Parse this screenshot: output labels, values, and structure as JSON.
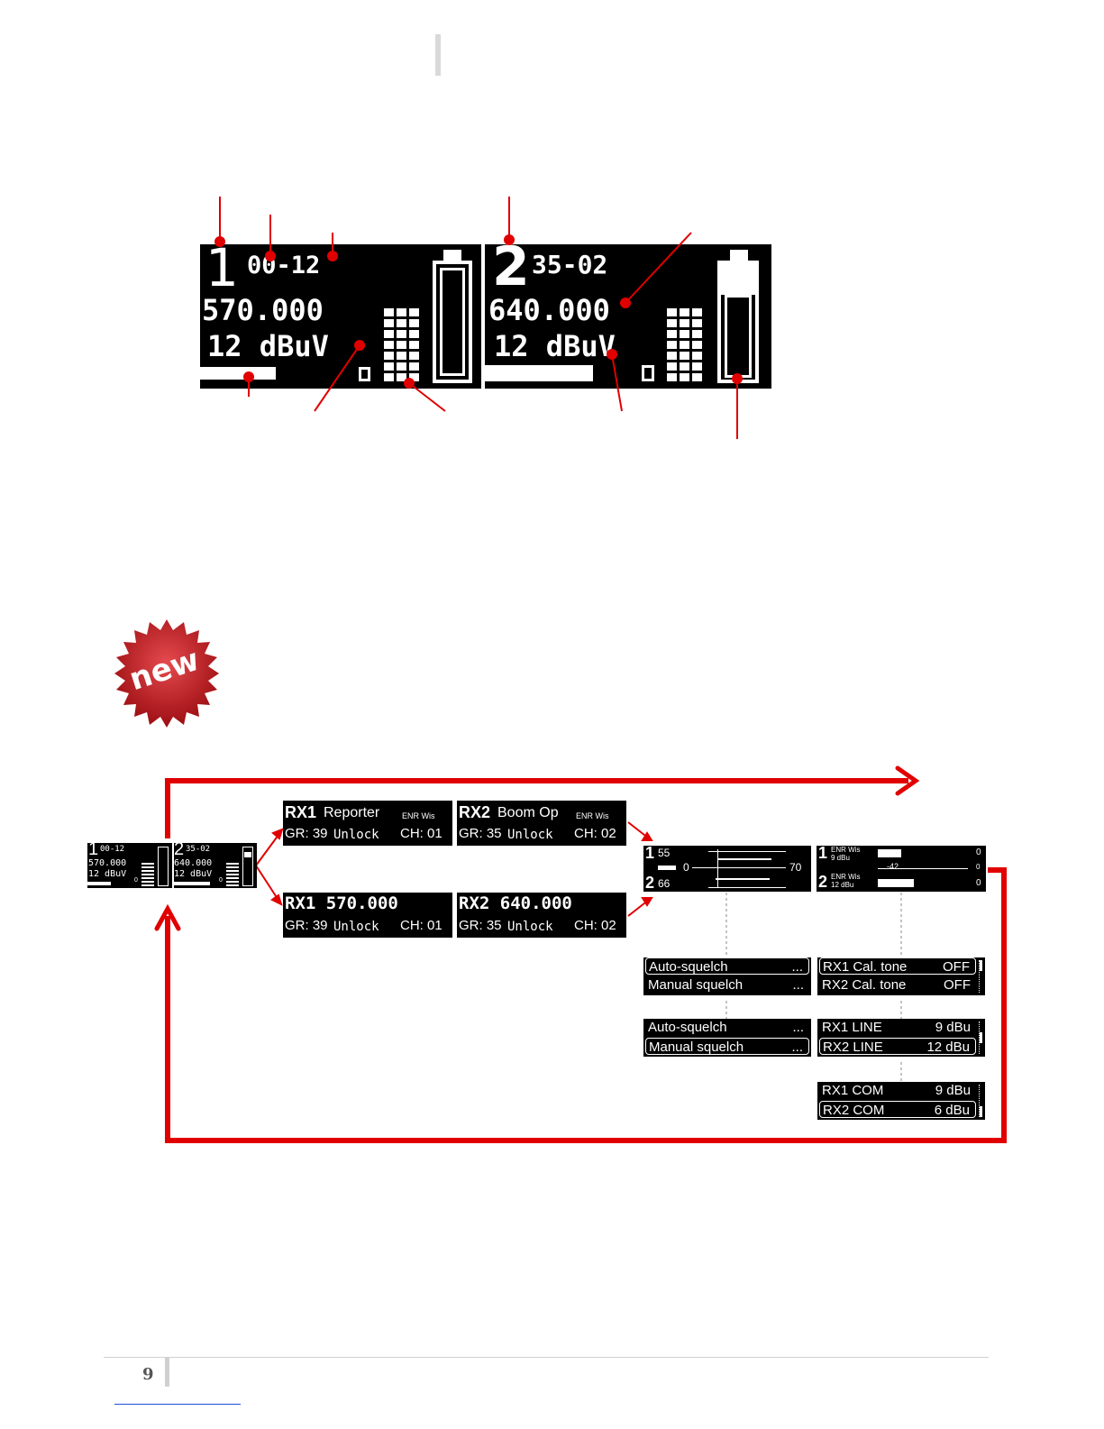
{
  "page": {
    "number": "9"
  },
  "badge": {
    "text": "new"
  },
  "main_display": {
    "ch1": {
      "num": "1",
      "group": "00-12",
      "freq": "570.000",
      "level": "12 dBuV",
      "indicator": "0"
    },
    "ch2": {
      "num": "2",
      "group": "35-02",
      "freq": "640.000",
      "level": "12 dBuV",
      "indicator": "0"
    }
  },
  "mini_display": {
    "ch1": {
      "num": "1",
      "group": "00-12",
      "freq": "570.000",
      "level": "12 dBuV",
      "indicator": "0"
    },
    "ch2": {
      "num": "2",
      "group": "35-02",
      "freq": "640.000",
      "level": "12 dBuV",
      "indicator": "0"
    }
  },
  "name_screens": [
    {
      "rx": "RX1",
      "name": "Reporter",
      "tag": "ENR Wis",
      "gr": "GR: 39",
      "lock": "Unlock",
      "ch": "CH: 01"
    },
    {
      "rx": "RX2",
      "name": "Boom Op",
      "tag": "ENR Wis",
      "gr": "GR: 35",
      "lock": "Unlock",
      "ch": "CH: 02"
    }
  ],
  "freq_screens": [
    {
      "title": "RX1 570.000",
      "gr": "GR: 39",
      "lock": "Unlock",
      "ch": "CH: 01"
    },
    {
      "title": "RX2 640.000",
      "gr": "GR: 35",
      "lock": "Unlock",
      "ch": "CH: 02"
    }
  ],
  "scan_screen": {
    "ch1_num": "1",
    "ch1_val": "55",
    "ch2_num": "2",
    "ch2_val": "66",
    "scale_min": "0",
    "scale_max": "70"
  },
  "audio_screen": {
    "ch1_num": "1",
    "ch1_tag": "ENR Wis",
    "ch1_level": "9 dBu",
    "ch2_num": "2",
    "ch2_tag": "ENR Wis",
    "ch2_level": "12 dBu",
    "center": "-42",
    "zero": "0",
    "right1": "0",
    "right2": "0"
  },
  "menus": {
    "squelch_a": {
      "items": [
        {
          "label": "Auto-squelch",
          "value": "..."
        },
        {
          "label": "Manual squelch",
          "value": "..."
        }
      ]
    },
    "squelch_b": {
      "items": [
        {
          "label": "Auto-squelch",
          "value": "..."
        },
        {
          "label": "Manual squelch",
          "value": "..."
        }
      ]
    },
    "cal_tone": {
      "items": [
        {
          "label": "RX1 Cal. tone",
          "value": "OFF"
        },
        {
          "label": "RX2 Cal. tone",
          "value": "OFF"
        }
      ]
    },
    "line": {
      "items": [
        {
          "label": "RX1 LINE",
          "value": "9 dBu"
        },
        {
          "label": "RX2 LINE",
          "value": "12 dBu"
        }
      ]
    },
    "com": {
      "items": [
        {
          "label": "RX1 COM",
          "value": "9 dBu"
        },
        {
          "label": "RX2 COM",
          "value": "6 dBu"
        }
      ]
    }
  },
  "colors": {
    "arrow": "#e00000",
    "screen_bg": "#000000",
    "screen_fg": "#ffffff",
    "badge": "#c8191e"
  }
}
